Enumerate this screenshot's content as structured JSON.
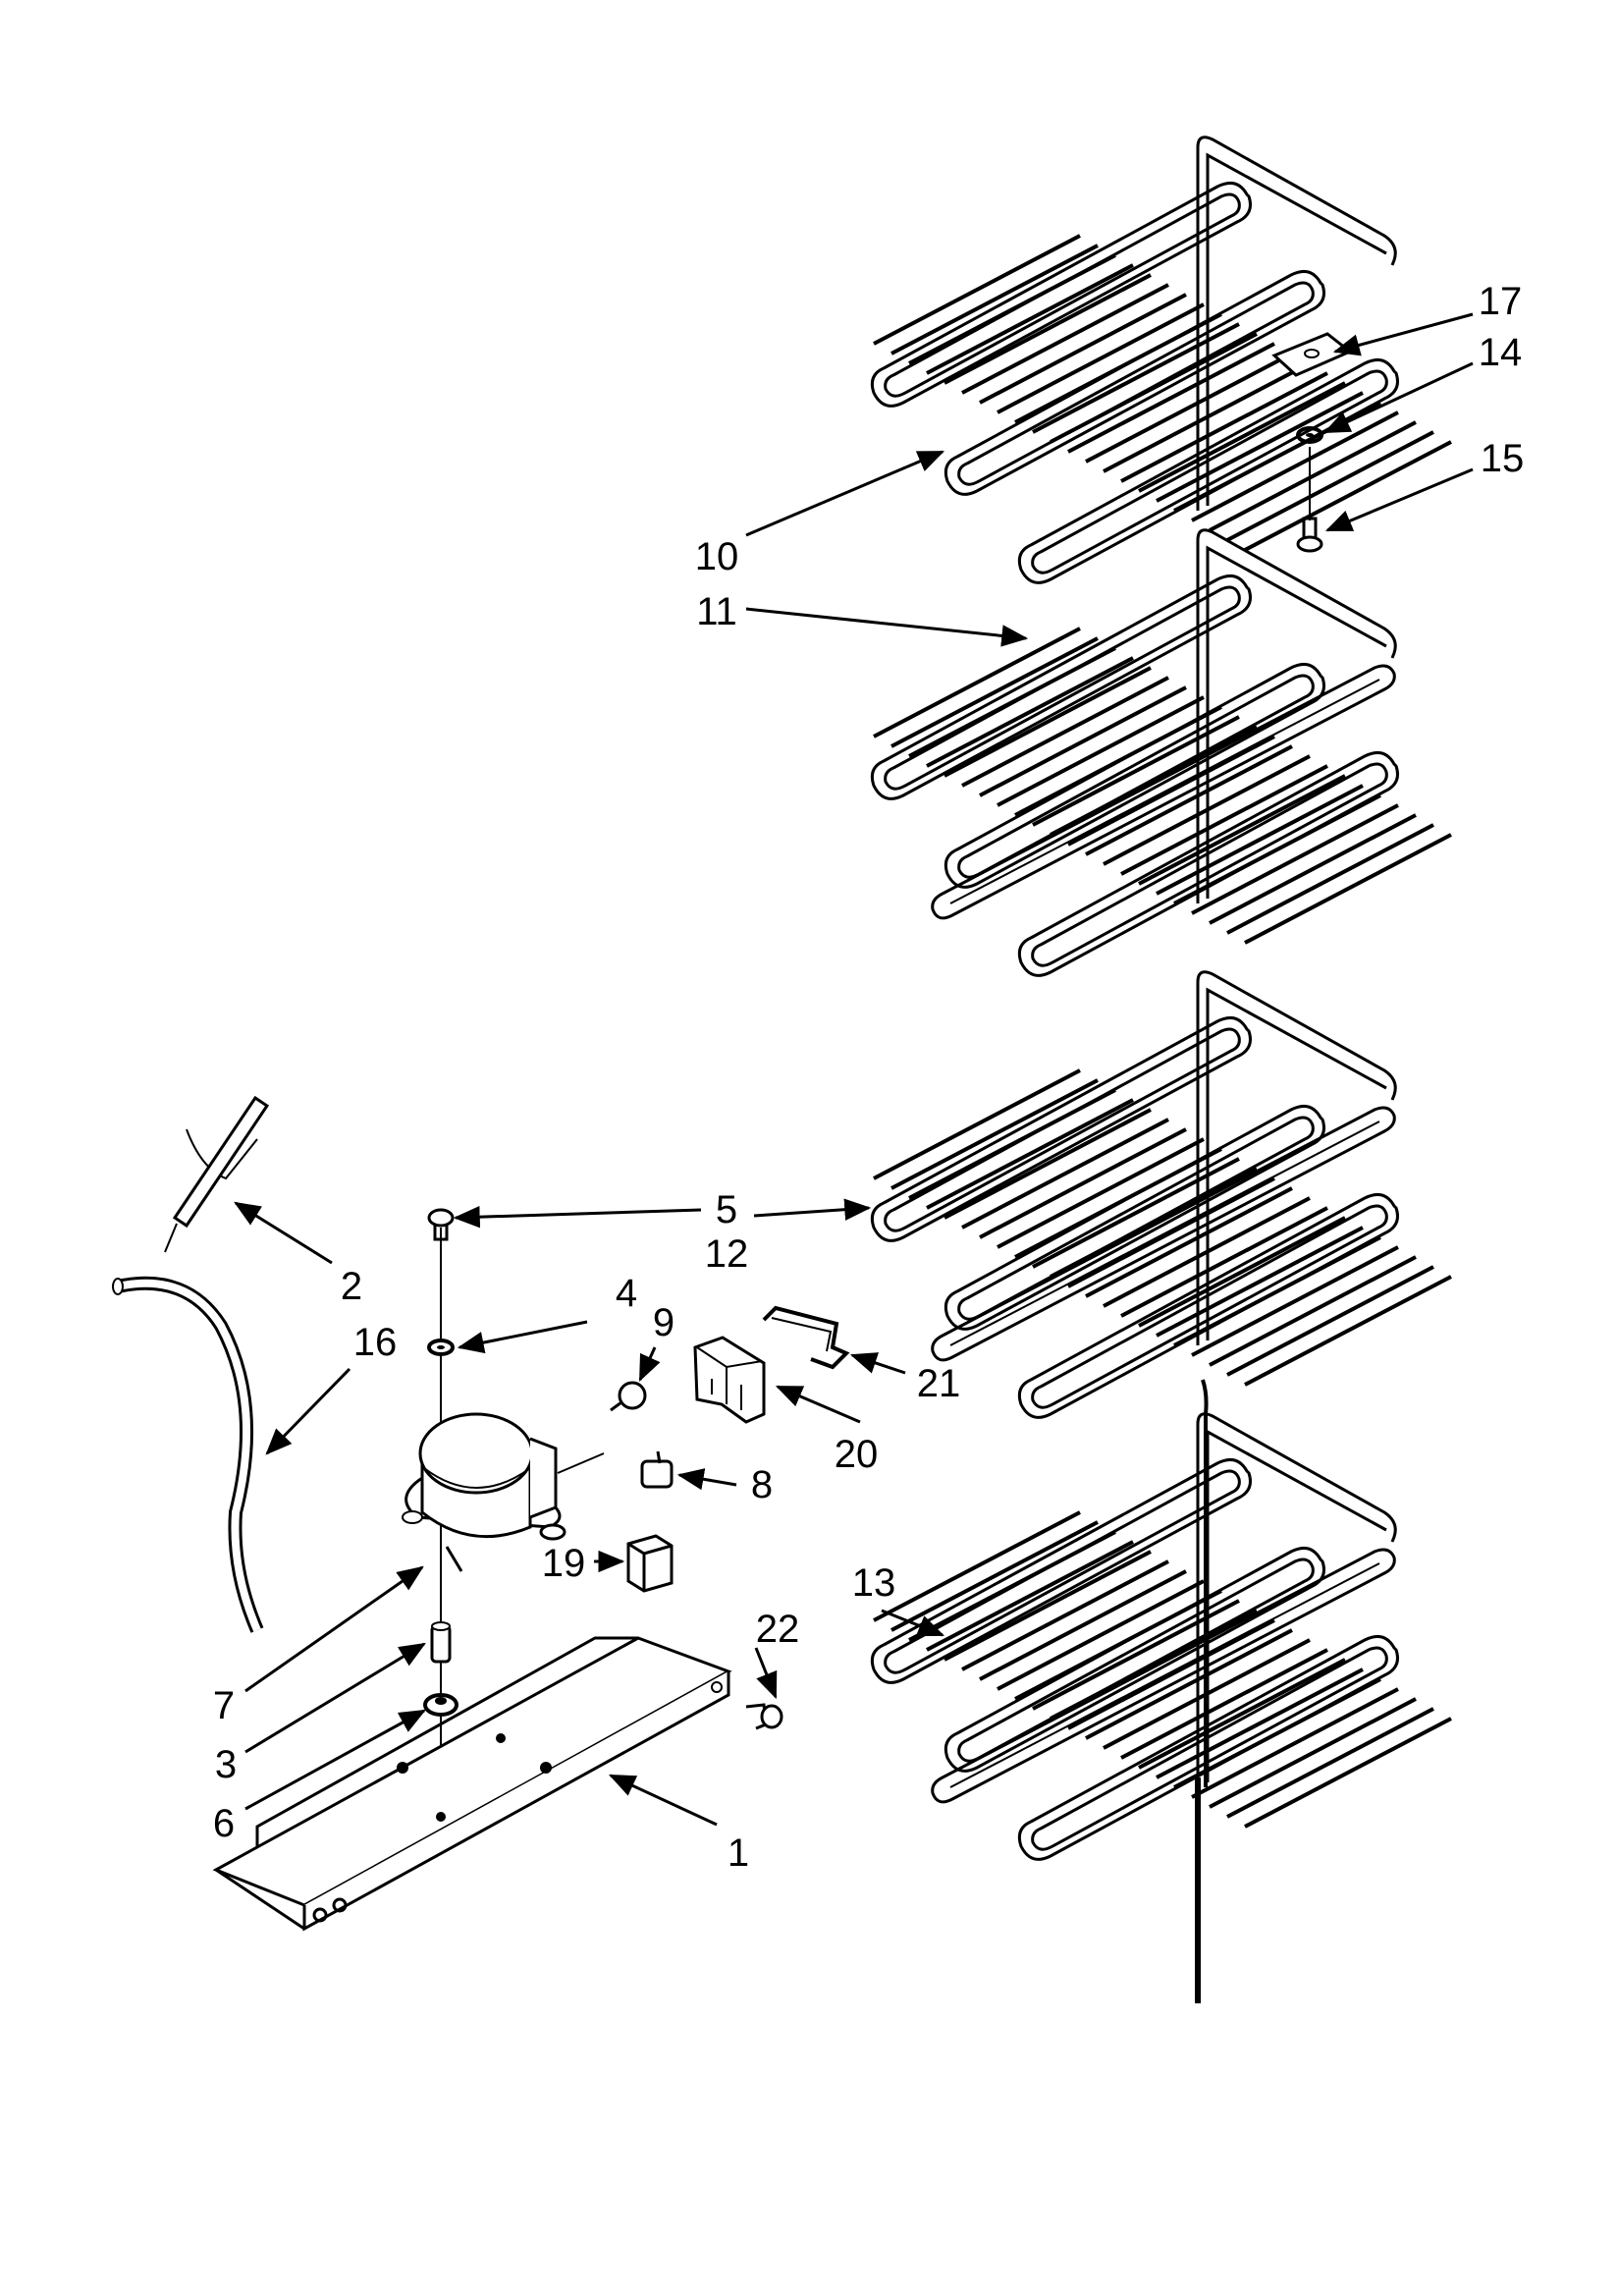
{
  "diagram": {
    "callouts": [
      "1",
      "2",
      "3",
      "4",
      "5",
      "6",
      "7",
      "8",
      "9",
      "10",
      "11",
      "12",
      "13",
      "14",
      "15",
      "16",
      "17",
      "19",
      "20",
      "21",
      "22"
    ]
  }
}
